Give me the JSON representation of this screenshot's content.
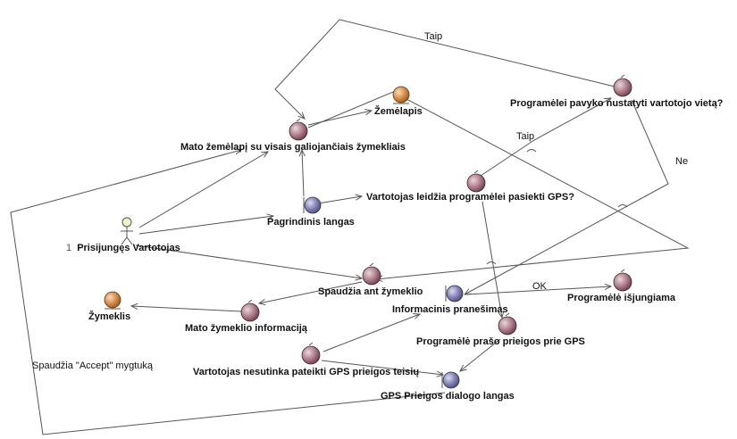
{
  "colors": {
    "control": "#a8707f",
    "boundary": "#7f80ad",
    "entity": "#d18c4f",
    "edge": "#555555",
    "actor_head": "#f3efc8"
  },
  "actor": {
    "label": "Prisijungęs Vartotojas",
    "index": "1",
    "icon": "actor-icon"
  },
  "nodes": {
    "mato_zemelapi": {
      "label": "Mato žemėlapį su visais galiojančiais žymekliais",
      "kind": "control"
    },
    "zemelapis": {
      "label": "Žemėlapis",
      "kind": "entity"
    },
    "programelei_pavyko": {
      "label": "Programėlei pavyko nustatyti vartotojo vietą?",
      "kind": "control"
    },
    "vartotojas_leidzia": {
      "label": "Vartotojas leidžia programėlei pasiekti GPS?",
      "kind": "control"
    },
    "pagrindinis_langas": {
      "label": "Pagrindinis langas",
      "kind": "boundary"
    },
    "spaudzia_ant": {
      "label": "Spaudžia ant žymeklio",
      "kind": "control"
    },
    "informacinis": {
      "label": "Informacinis pranešimas",
      "kind": "boundary"
    },
    "programele_isjungiama": {
      "label": "Programėlė išjungiama",
      "kind": "control"
    },
    "zymeklis": {
      "label": "Žymeklis",
      "kind": "entity"
    },
    "mato_zymeklio": {
      "label": "Mato žymeklio informaciją",
      "kind": "control"
    },
    "programele_praso": {
      "label": "Programėlė prašo prieigos prie GPS",
      "kind": "control"
    },
    "vartotojas_nesutinka": {
      "label": "Vartotojas nesutinka pateikti GPS prieigos teisių",
      "kind": "control"
    },
    "gps_dialogas": {
      "label": "GPS Prieigos dialogo langas",
      "kind": "boundary"
    }
  },
  "edge_labels": {
    "taip_top": "Taip",
    "taip_mid": "Taip",
    "ne": "Ne",
    "ok": "OK",
    "accept": "Spaudžia \"Accept\" mygtuką"
  }
}
